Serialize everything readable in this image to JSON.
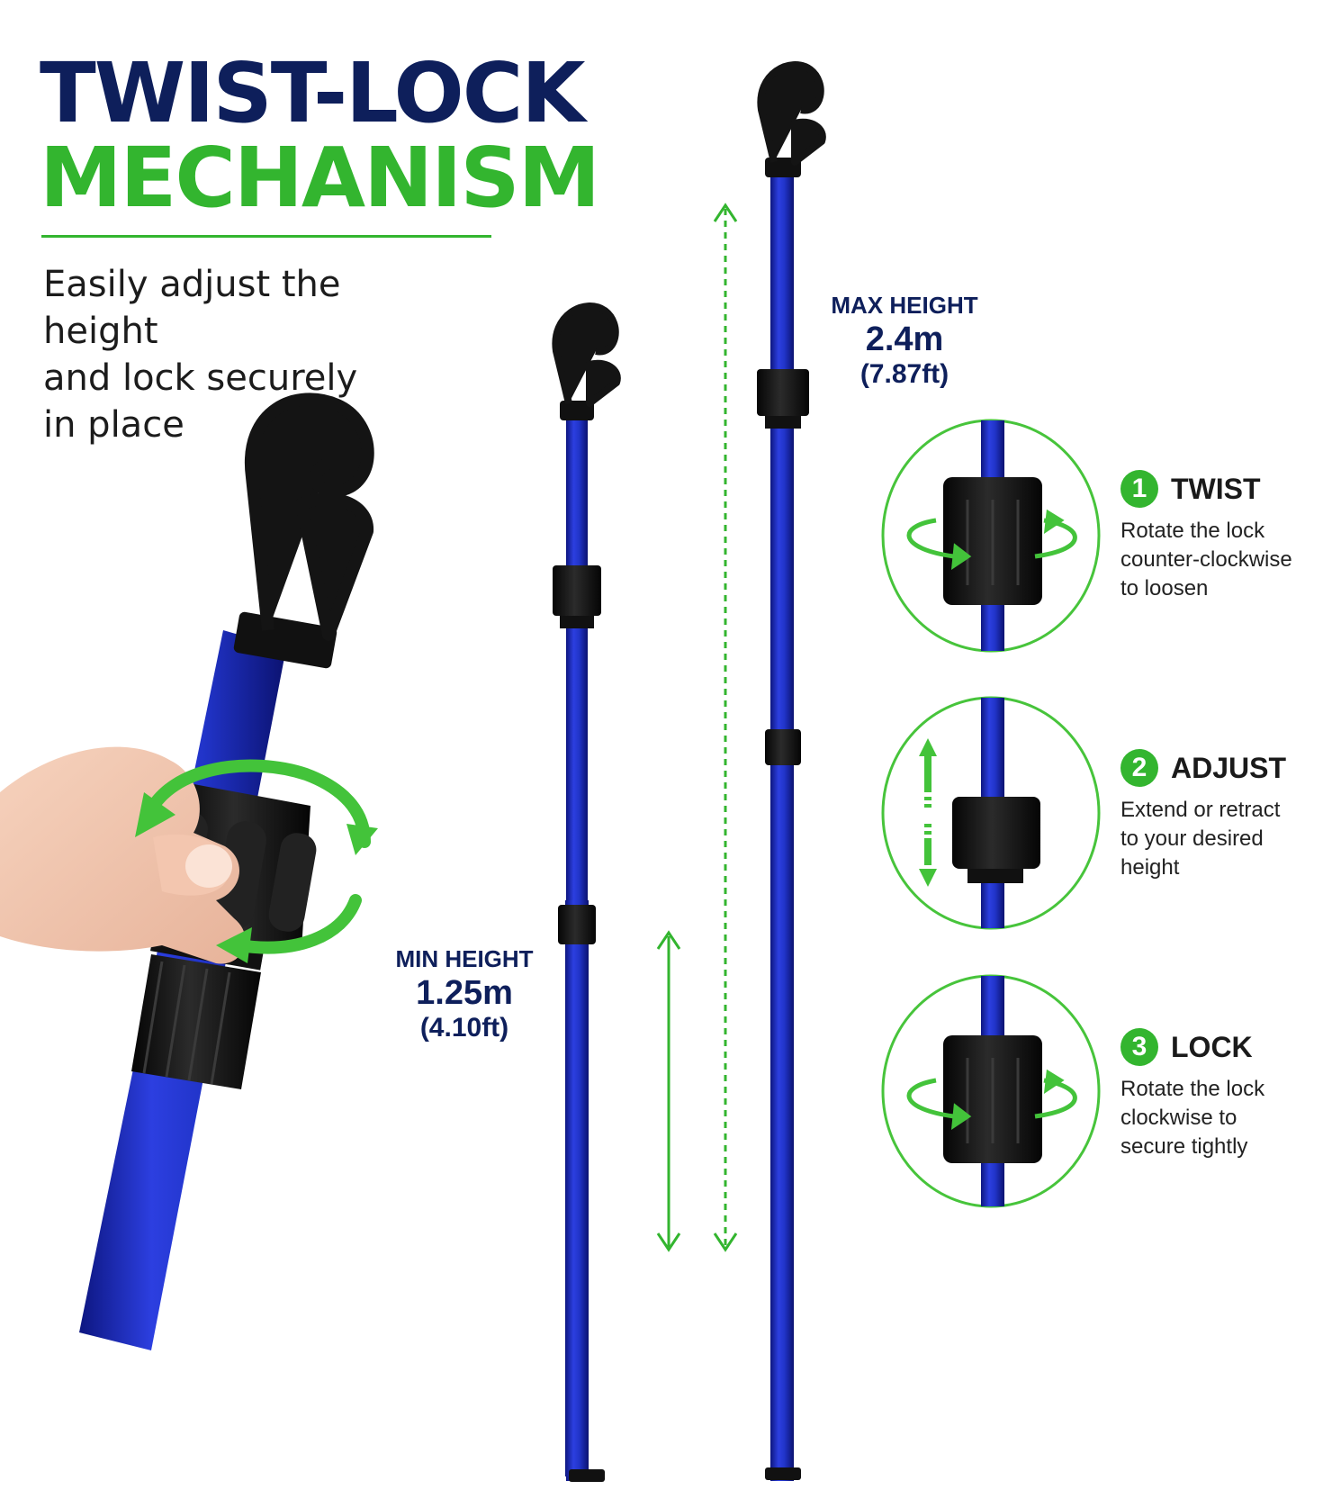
{
  "header": {
    "title_line1": "TWIST-LOCK",
    "title_line2": "MECHANISM",
    "subtitle_line1": "Easily adjust the height",
    "subtitle_line2": "and lock securely",
    "subtitle_line3": "in place"
  },
  "specs": {
    "max": {
      "label": "MAX HEIGHT",
      "value": "2.4m",
      "alt": "(7.87ft)"
    },
    "min": {
      "label": "MIN HEIGHT",
      "value": "1.25m",
      "alt": "(4.10ft)"
    }
  },
  "steps": [
    {
      "number": "1",
      "title": "TWIST",
      "lines": [
        "Rotate the lock",
        "counter-clockwise",
        "to loosen"
      ]
    },
    {
      "number": "2",
      "title": "ADJUST",
      "lines": [
        "Extend or retract",
        "to your desired",
        "height"
      ]
    },
    {
      "number": "3",
      "title": "LOCK",
      "lines": [
        "Rotate the lock",
        "clockwise to",
        "secure tightly"
      ]
    }
  ],
  "colors": {
    "navy": "#0e1f5b",
    "green": "#33b52f",
    "pole_blue": "#1f2fc4",
    "lock_black": "#151515"
  },
  "icons": [
    "hook-icon",
    "twist-arrows-icon",
    "height-arrow-icon",
    "step-number-badge"
  ]
}
